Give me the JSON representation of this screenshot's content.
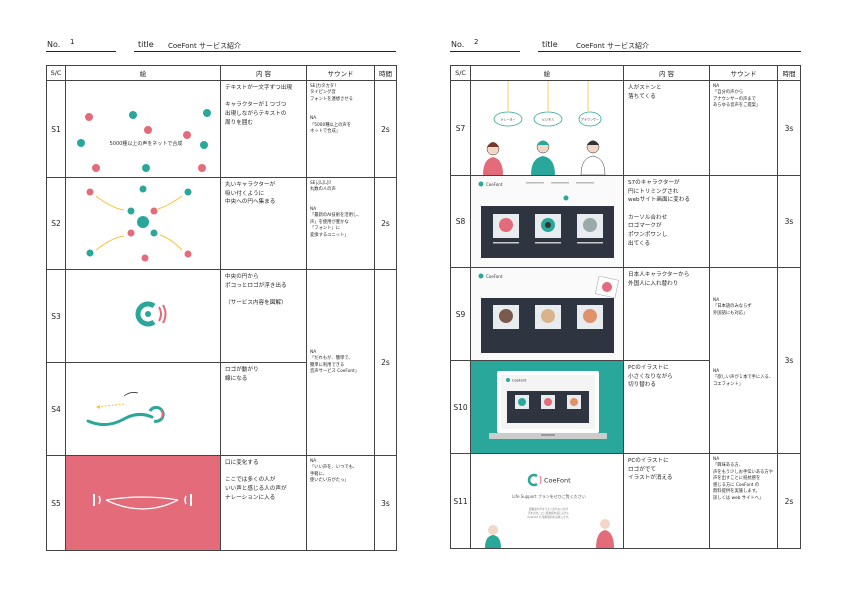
{
  "pages": [
    {
      "no_label": "No.",
      "no_value": "1",
      "title_label": "title",
      "title_value": "CoeFont サービス紹介",
      "headers": [
        "S/C",
        "絵",
        "内 容",
        "サウンド",
        "時間"
      ],
      "scenes": [
        {
          "sc": "S1",
          "content": "テキストが一文字ずつ出現\n\nキャラクターが１つづつ\n出現しながらテキストの\n周りを囲む",
          "sound": "SE|カタカタ！\nタイピング音\nフォントを連想させる\n\n\nNA\n「5000種以上の声を\nネットで合成」",
          "time": "2s",
          "pic_text": "5000種以上の声をネットで合成"
        },
        {
          "sc": "S2",
          "content": "丸いキャラクターが\n吸い付くように\n中央への円へ集まる",
          "sound": "SE|ぷぷぷ！\n丸数の人の声\n\n\nNA\n「最新のAI技術を活用し、\n声」を使用が豊かな\n「フォント」に\n変換するユニット」",
          "time": "2s"
        },
        {
          "sc": "S3",
          "content": "中央の円から\nポコっとロゴが浮き出る\n\n（サービス内容を図解）",
          "sound": "",
          "time": ""
        },
        {
          "sc": "S4",
          "content": "ロゴが動がり\n線になる",
          "sound": "NA\n「だれもが、簡単で、\n簡単に利用できる\n音声サービス CoeFont」",
          "time": "2s"
        },
        {
          "sc": "S5",
          "content": "口に変化する\n\nここでは多くの人が\nいい声と感じる人の声が\nナレーションに入る",
          "sound": "NA\n「いい声を、いつでも、\n手軽に、\n使いたい方がたっ」",
          "time": "3s"
        }
      ]
    },
    {
      "no_label": "No.",
      "no_value": "2",
      "title_label": "title",
      "title_value": "CoeFont サービス紹介",
      "headers": [
        "S/C",
        "絵",
        "内 容",
        "サウンド",
        "時間"
      ],
      "scenes": [
        {
          "sc": "S7",
          "content": "人がストンと\n落ちてくる",
          "sound": "NA\n「自分の声から\nアナウンサーの声まで\nあらゆる音声をご提案」",
          "time": "3s",
          "bubbles": [
            "ナレーター",
            "ビジネス",
            "アナウンサー"
          ]
        },
        {
          "sc": "S8",
          "content": "S7のキャラクターが\n円にトリミングされ\nwebサイト画面に変わる\n\nカーソル合わせ\nロゴマークが\nポワンポワンし\n出てくる",
          "sound": "",
          "time": "3s",
          "brand": "CoeFont"
        },
        {
          "sc": "S9",
          "content": "日本人キャラクターから\n外国人に入れ替わり",
          "sound": "NA\n「日本語のみならず\n外国語にも対応」",
          "time": "",
          "brand": "CoeFont"
        },
        {
          "sc": "S10",
          "content": "PCのイラストに\n小さくなりながら\n切り替わる",
          "sound": "NA\n「欲しい声が１本で手に入る、\nコエフォント」",
          "time": "3s",
          "brand": "CoeFont"
        },
        {
          "sc": "S11",
          "content": "PCのイラストに\nロゴがでて\nイラストが消える",
          "sound": "NA\n「興味ある方、\n声をもう少しお手伝いある方や\n声を出すことに抵抗感を\n感じる方に CoeFont の\n無料提供を実施します。\n詳しくは web サイトへ」",
          "time": "2s",
          "brand": "CoeFont",
          "tagline": "Life Support プランをぜひご覧ください",
          "small_text": "難聴者や声をうまく出せない方が\n声を出すことに抵抗感を感じる方に\nCoeFont の 無料提供を実施します。"
        }
      ]
    }
  ],
  "colors": {
    "teal": "#2aa79b",
    "pink": "#e46b79",
    "yellow": "#f3c53a",
    "dark_screen": "#2e3540"
  }
}
